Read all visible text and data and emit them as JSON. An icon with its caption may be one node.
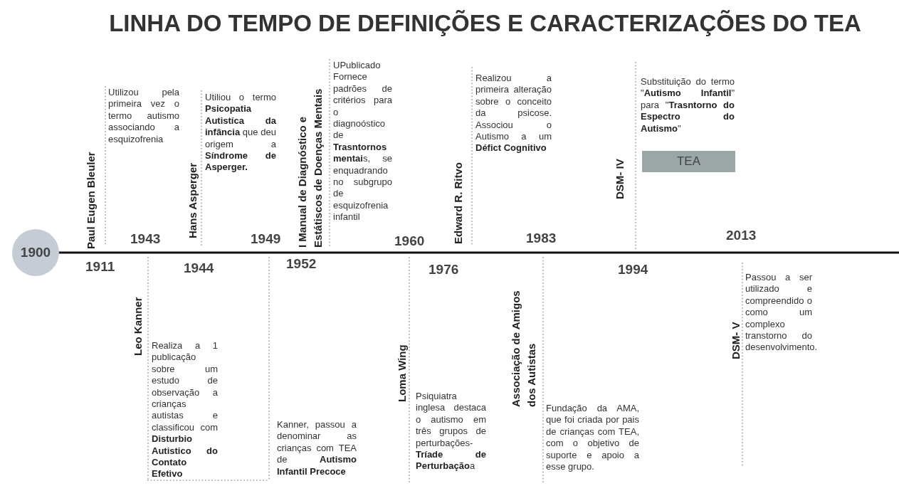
{
  "diagram": {
    "title": "LINHA DO TEMPO DE DEFINIÇÕES E CARACTERIZAÇÕES DO TEA",
    "nodes": [
      {
        "text": [
          "1900"
        ]
      },
      {
        "text": [
          "Paul Eugen Bleuler",
          "Utilizou pela primeira vez o termo autismo associando a esquizofrenia"
        ]
      },
      {
        "text": [
          "Leo Kanner",
          "Realiza a 1 publicação sobre um estudo de observação a crianças autistas e classificou com **Disturbio Autistico do Contato Efetivo**"
        ]
      },
      {
        "text": [
          "Hans Asperger",
          "Utiliou o termo **Psicopatia Autistíca da infância** que deu origem a **Síndrome de Asperger.**"
        ]
      },
      {
        "text": [
          "Kanner, passou a denominar as crianças com TEA de **Autismo Infantil Precoce**"
        ]
      },
      {
        "text": [
          "I Manual de Diagnóstico e Estátiscos de Doenças Mentais",
          "UPublicado Fornece padrões de critérios para o diagnoóstico de **Trasntornos mentai**s, se enquadrando no subgrupo de esquizofrenia infantil"
        ]
      },
      {
        "text": [
          "Loma Wing",
          "Psiquiatra inglesa destaca o autismo em três grupos de perturbações- **Tríade de Perturbação**a"
        ]
      },
      {
        "text": [
          "Edward R. Ritvo",
          "Realizou a primeira alteração sobre o conceito da psicose. Associou o Autismo a um **Défict Cognitivo**"
        ]
      },
      {
        "text": [
          "Associação de Amigos dos Autistas",
          "Fundação da AMA, que foi criada por pais de crianças com TEA, com o objetivo de suporte e apoio a esse grupo."
        ]
      },
      {
        "text": [
          "DSM- IV",
          "Substituição do termo \"**Autismo Infantil**\" para \"**Trasntorno do Espectro do Autismo**\""
        ]
      },
      {
        "text": [
          "TEA"
        ],
        "in": 9
      },
      {
        "text": [
          "DSM- V",
          "Passou a ser utilizado e compreendido o como um complexo transtorno do desenvolvimento."
        ]
      }
    ],
    "labels": [
      "1943",
      "1949",
      "1960",
      "1983",
      "2013",
      "1911",
      "1944",
      "1952",
      "1976",
      "1994"
    ]
  }
}
